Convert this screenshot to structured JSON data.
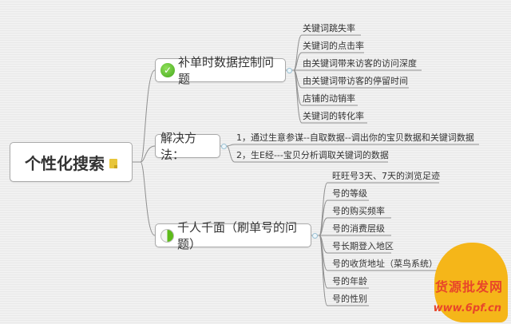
{
  "root": {
    "label": "个性化搜索",
    "icon": "note-icon"
  },
  "topics": [
    {
      "label": "补单时数据控制问题",
      "icon": "check-circle-icon",
      "icon_color": "#5cc12a",
      "children": [
        "关键词跳失率",
        "关键词的点击率",
        "由关键词带来访客的访问深度",
        "由关键词带访客的停留时间",
        "店铺的动销率",
        "关键词的转化率"
      ]
    },
    {
      "label": "解决方法：",
      "children": [
        "1，通过生意参谋--自取数据--调出你的宝贝数据和关键词数据",
        "2，生E经---宝贝分析调取关键词的数据"
      ]
    },
    {
      "label": "千人千面（刷单号的问题）",
      "icon": "half-progress-icon",
      "icon_color": "#5dbb1a",
      "children": [
        "旺旺号3天、7天的浏览足迹",
        "号的等级",
        "号的购买频率",
        "号的消费层级",
        "号长期登入地区",
        "号的收货地址（菜鸟系统）",
        "号的年龄",
        "号的性别"
      ]
    }
  ],
  "watermark": {
    "title": "货源批发网",
    "url": "www.6pf.cn",
    "colors": {
      "head": "#f5b619",
      "text": "#e8462a"
    }
  },
  "colors": {
    "line": "#8a8a8a",
    "node_border": "#a9a9a9",
    "background": "#efefef"
  }
}
